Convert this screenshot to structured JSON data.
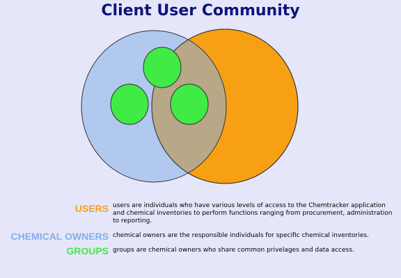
{
  "title": "Client User Community",
  "colors": {
    "background": "#e6e6fa",
    "title": "#0c1477",
    "users": "#f7a014",
    "chemical_owners": "#85aee6",
    "groups": "#40eb46",
    "outline": "#333333"
  },
  "legend": [
    {
      "key": "users",
      "term": "USERS",
      "description": "users are individuals who have various levels of access to the Chemtracker application and chemical inventories to perform functions ranging from procurement, administration to reporting.",
      "color": "#f7a014"
    },
    {
      "key": "chemical_owners",
      "term": "CHEMICAL OWNERS",
      "description": "chemical owners are the responsible individuals for specific chemical inventories.",
      "color": "#85aee6"
    },
    {
      "key": "groups",
      "term": "GROUPS",
      "description": "groups are chemical owners who share common privelages and data access.",
      "color": "#40eb46"
    }
  ]
}
